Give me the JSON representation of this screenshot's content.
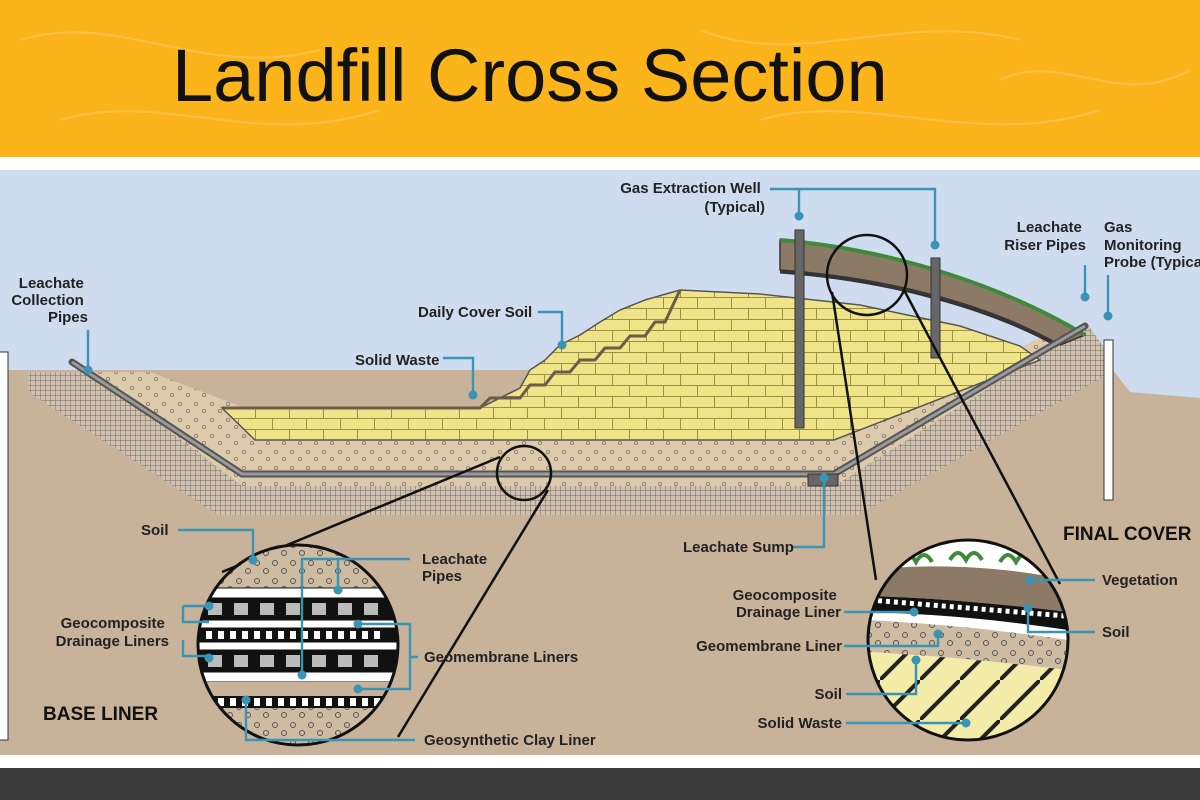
{
  "title": "Landfill Cross Section",
  "colors": {
    "banner": "#fbb51b",
    "sky": "#cfdcf0",
    "ground": "#c8b39a",
    "gravel": "#ddc9ab",
    "waste": "#efe488",
    "leader": "#3b93b5",
    "cap_soil": "#8c7a67",
    "vegetation": "#3f8a3a",
    "footer": "#3a3a3a"
  },
  "labels": {
    "leachate_collection_pipes": [
      "Leachate",
      "Collection",
      "Pipes"
    ],
    "daily_cover_soil": "Daily Cover Soil",
    "solid_waste_top": "Solid Waste",
    "gas_extraction_well": [
      "Gas Extraction Well",
      "(Typical)"
    ],
    "leachate_riser_pipes": [
      "Leachate",
      "Riser Pipes"
    ],
    "gas_monitoring_probe": [
      "Gas",
      "Monitoring",
      "Probe (Typical)"
    ],
    "leachate_sump": "Leachate Sump",
    "final_cover": "FINAL COVER",
    "base_liner": "BASE LINER"
  },
  "base_liner_callouts": {
    "soil": "Soil",
    "leachate_pipes": [
      "Leachate",
      "Pipes"
    ],
    "geocomposite_drainage_liners": [
      "Geocomposite",
      "Drainage Liners"
    ],
    "geomembrane_liners": "Geomembrane Liners",
    "geosynthetic_clay_liner": "Geosynthetic Clay Liner"
  },
  "final_cover_callouts": {
    "geocomposite_drainage_liner": [
      "Geocomposite",
      "Drainage Liner"
    ],
    "geomembrane_liner": "Geomembrane Liner",
    "soil_lower": "Soil",
    "solid_waste": "Solid Waste",
    "vegetation": "Vegetation",
    "soil_right": "Soil"
  }
}
